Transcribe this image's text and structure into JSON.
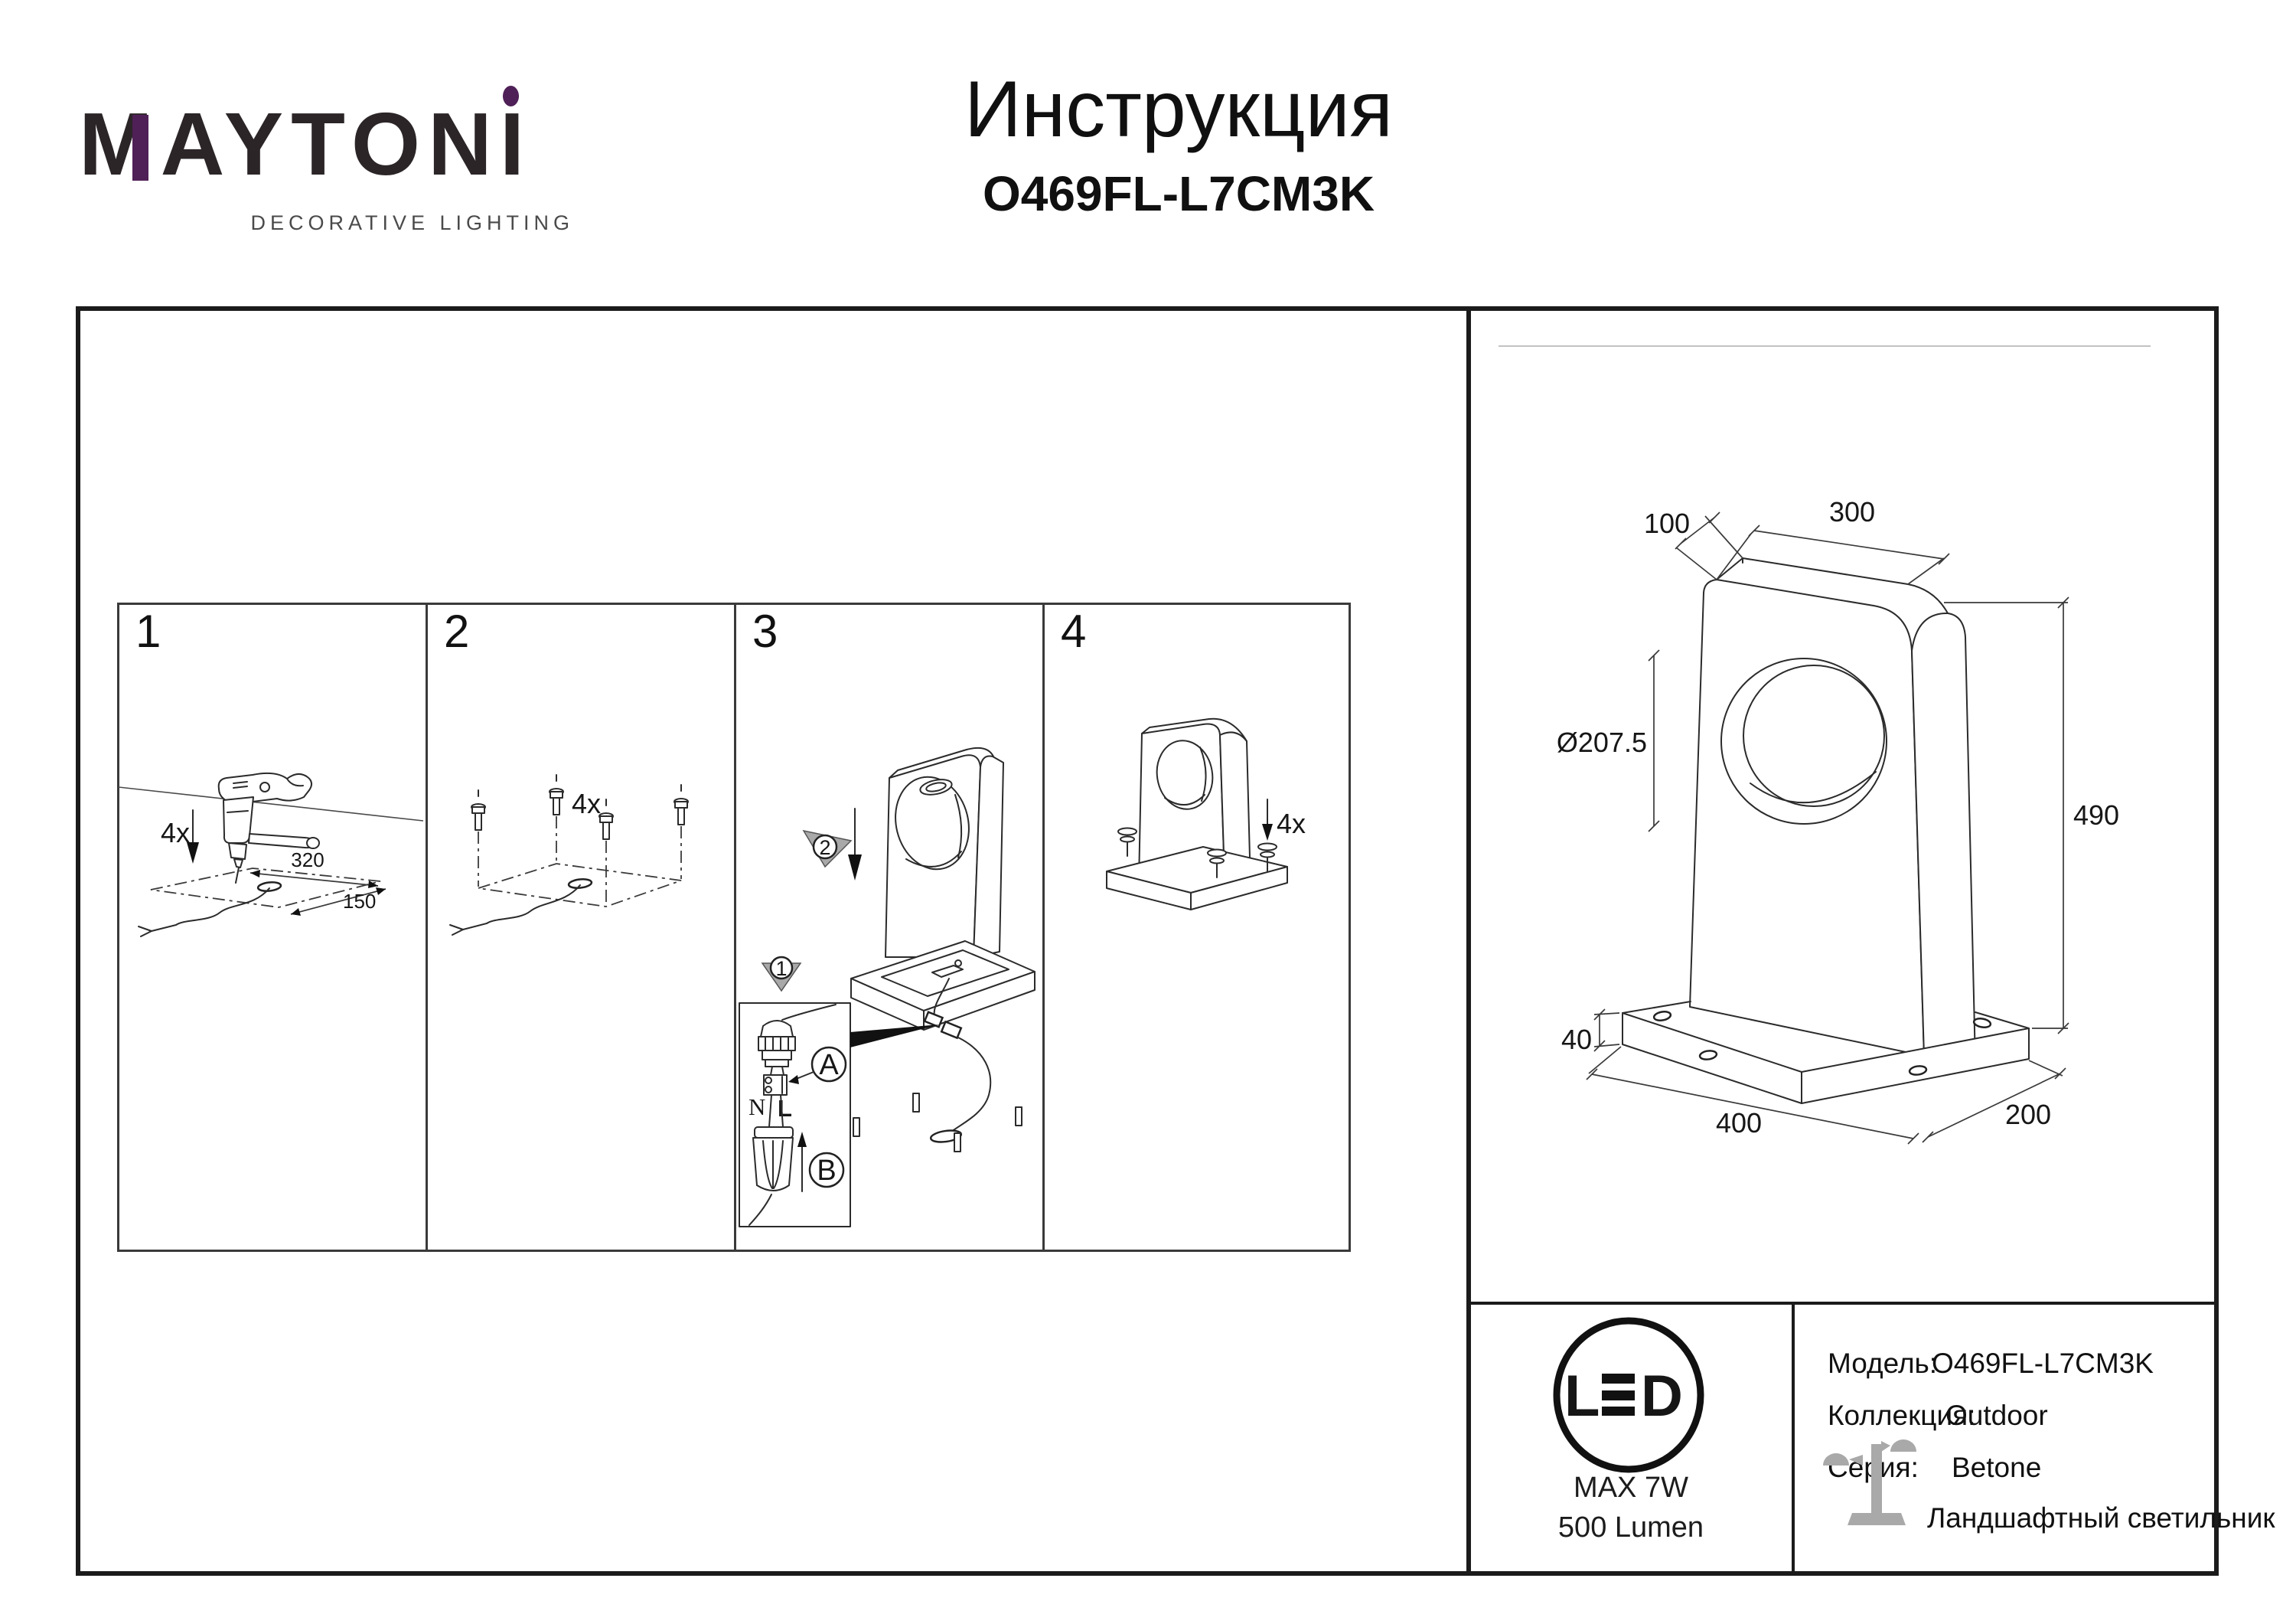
{
  "brand": {
    "wordmark_m": "M",
    "wordmark_rest": "AYTON",
    "wordmark_i": "I",
    "subtitle": "DECORATIVE LIGHTING"
  },
  "doc": {
    "title": "Инструкция",
    "model": "O469FL-L7CM3K"
  },
  "steps": {
    "s1": "1",
    "s2": "2",
    "s3": "3",
    "s4": "4"
  },
  "labels": {
    "qty": "4x",
    "hole_spacing_w": "320",
    "hole_spacing_d": "150",
    "neutral": "N",
    "line": "L",
    "callout_a": "A",
    "callout_b": "B",
    "seq1": "1",
    "seq2": "2"
  },
  "drawing": {
    "depth": "100",
    "width": "300",
    "hole_dia": "Ø207.5",
    "height": "490",
    "base_height": "40",
    "base_length": "400",
    "base_depth": "200"
  },
  "led": {
    "logo_l": "L",
    "logo_d": "D",
    "power": "MAX 7W",
    "lumen": "500 Lumen"
  },
  "info": {
    "rows": [
      {
        "label": "Модель:",
        "value": "O469FL-L7CM3K"
      },
      {
        "label": "Коллекция:",
        "value": "Outdoor"
      },
      {
        "label": "Серия:",
        "value": "Betone"
      }
    ],
    "type": "Ландшафтный светильник"
  },
  "colors": {
    "accent": "#4f2057",
    "ink": "#1b1b1b",
    "line": "#2b2b2b",
    "muted": "#4a4a4a",
    "icon_gray": "#a9a9a9"
  }
}
